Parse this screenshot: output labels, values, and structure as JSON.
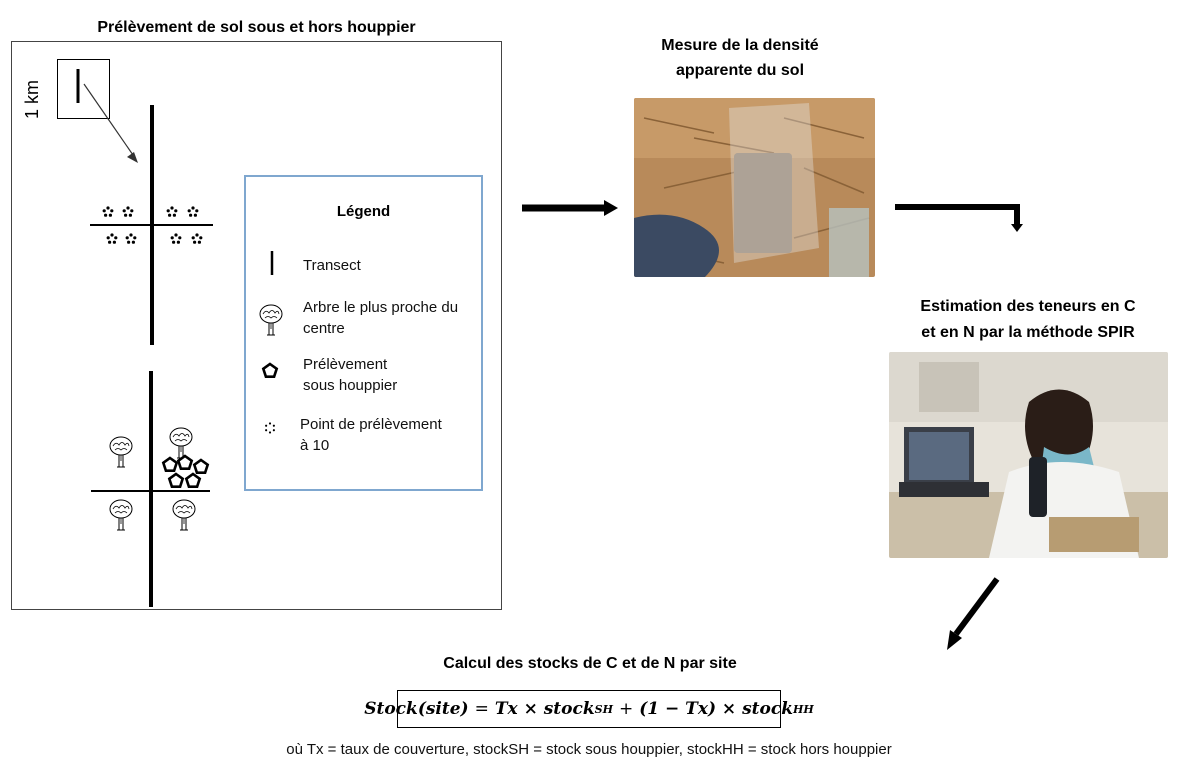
{
  "left_panel": {
    "title": "Prélèvement de sol sous et hors houppier",
    "scale_label": "1 km",
    "legend": {
      "title": "Légend",
      "items": [
        {
          "icon": "transect-line-icon",
          "label": "Transect"
        },
        {
          "icon": "tree-icon",
          "label": "Arbre le plus proche du centre"
        },
        {
          "icon": "pentagon-icon",
          "label": "Prélèvement sous houppier"
        },
        {
          "icon": "dotted-circle-icon",
          "label": "Point de prélèvement à 10"
        }
      ]
    }
  },
  "step_density": {
    "title_line1": "Mesure de la densité",
    "title_line2": "apparente du sol"
  },
  "step_spir": {
    "title_line1": "Estimation des teneurs en C",
    "title_line2": "et en N par la méthode SPIR"
  },
  "step_calc": {
    "title": "Calcul des stocks de C et de N par site",
    "formula": {
      "lhs": "Stock(site)",
      "eq": "=",
      "t1": "Tx × stock",
      "s1": "SH",
      "plus": "+",
      "t2": "(1 − Tx) × stock",
      "s2": "HH"
    },
    "caption": "où Tx = taux de couverture, stockSH = stock sous houppier, stockHH = stock hors houppier"
  }
}
